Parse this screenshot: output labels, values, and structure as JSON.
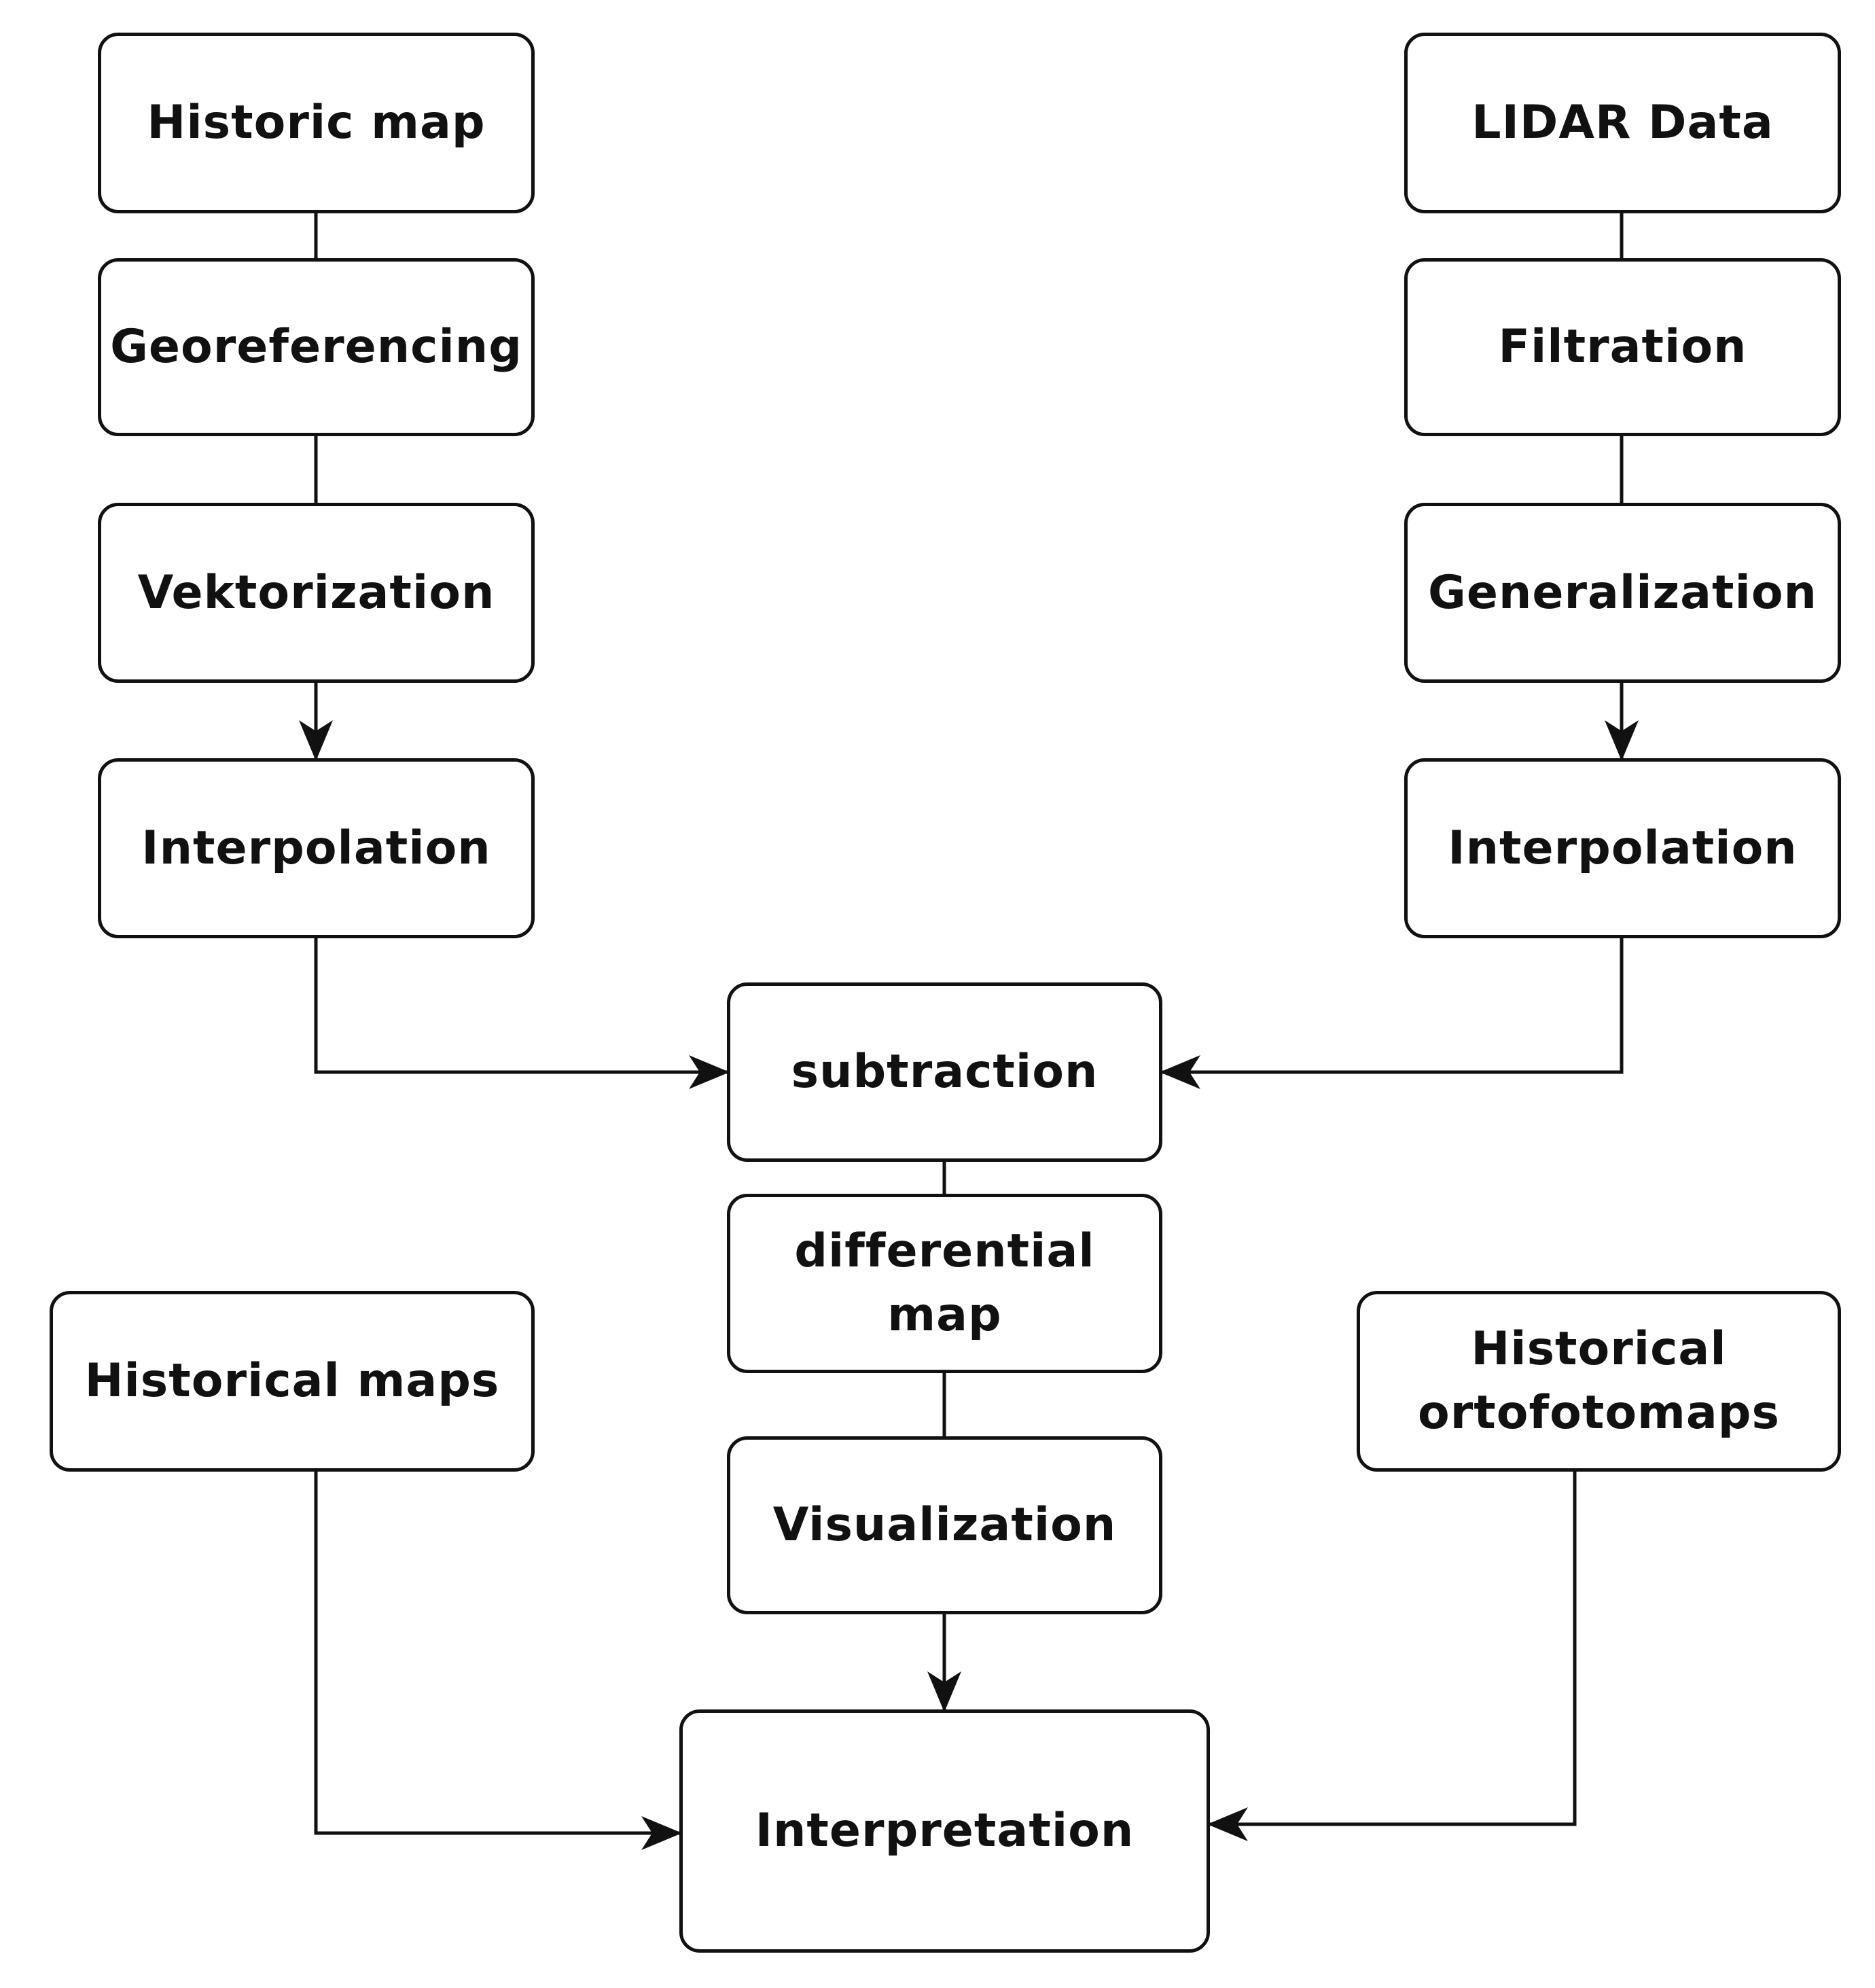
{
  "diagram": {
    "nodes": {
      "historic_map": "Historic map",
      "georeferencing": "Georeferencing",
      "vektorization": "Vektorization",
      "interpolation_left": "Interpolation",
      "lidar_data": "LIDAR Data",
      "filtration": "Filtration",
      "generalization": "Generalization",
      "interpolation_right": "Interpolation",
      "subtraction": "subtraction",
      "differential_map_line1": "differential",
      "differential_map_line2": "map",
      "visualization": "Visualization",
      "historical_maps": "Historical maps",
      "historical_ortofotomaps_line1": "Historical",
      "historical_ortofotomaps_line2": "ortofotomaps",
      "interpretation": "Interpretation"
    },
    "edges": [
      {
        "from": "historic_map",
        "to": "georeferencing",
        "arrow": false
      },
      {
        "from": "georeferencing",
        "to": "vektorization",
        "arrow": false
      },
      {
        "from": "vektorization",
        "to": "interpolation_left",
        "arrow": true
      },
      {
        "from": "interpolation_left",
        "to": "subtraction",
        "arrow": true
      },
      {
        "from": "lidar_data",
        "to": "filtration",
        "arrow": false
      },
      {
        "from": "filtration",
        "to": "generalization",
        "arrow": false
      },
      {
        "from": "generalization",
        "to": "interpolation_right",
        "arrow": true
      },
      {
        "from": "interpolation_right",
        "to": "subtraction",
        "arrow": true
      },
      {
        "from": "subtraction",
        "to": "differential_map",
        "arrow": false
      },
      {
        "from": "differential_map",
        "to": "visualization",
        "arrow": false
      },
      {
        "from": "visualization",
        "to": "interpretation",
        "arrow": true
      },
      {
        "from": "historical_maps",
        "to": "interpretation",
        "arrow": true
      },
      {
        "from": "historical_ortofotomaps",
        "to": "interpretation",
        "arrow": true
      }
    ],
    "colors": {
      "stroke": "#111111",
      "fill": "#ffffff",
      "text": "#111111"
    }
  }
}
